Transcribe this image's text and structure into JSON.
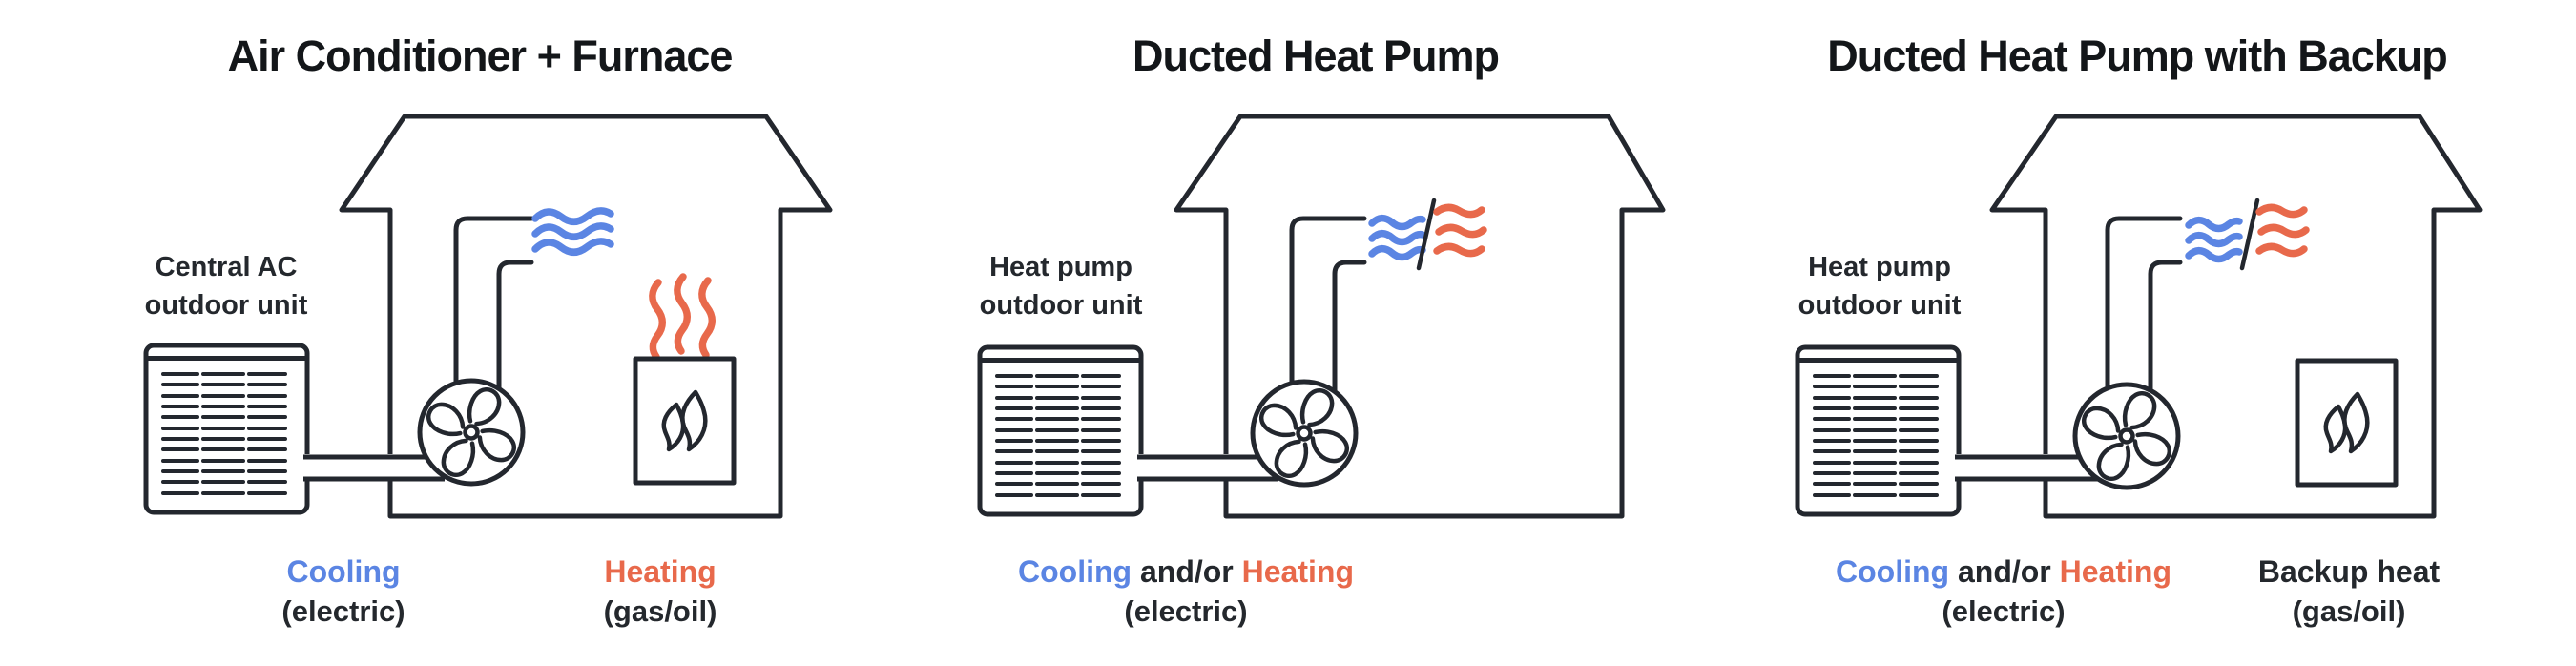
{
  "colors": {
    "cooling_blue": "#5B85E3",
    "heating_orange": "#E8694B",
    "line_dark": "#23272E",
    "title_text": "#131619",
    "label_text": "#24282D",
    "background": "#FFFFFF"
  },
  "panels": [
    {
      "title": "Air Conditioner + Furnace",
      "outdoor_unit_label": {
        "line1": "Central AC",
        "line2": "outdoor unit"
      },
      "captions": {
        "cooling": {
          "word": "Cooling",
          "sub": "(electric)"
        },
        "heating": {
          "word": "Heating",
          "sub": "(gas/oil)"
        }
      },
      "icons": [
        "house-icon",
        "outdoor-unit-icon",
        "fan-icon",
        "supply-duct-icon",
        "cool-air-waves-icon",
        "furnace-icon",
        "flame-icon",
        "heat-waves-icon"
      ]
    },
    {
      "title": "Ducted Heat Pump",
      "outdoor_unit_label": {
        "line1": "Heat pump",
        "line2": "outdoor unit"
      },
      "captions": {
        "combined": {
          "cool_word": "Cooling",
          "mid_word": "and/or",
          "heat_word": "Heating",
          "sub": "(electric)"
        }
      },
      "icons": [
        "house-icon",
        "outdoor-unit-icon",
        "fan-icon",
        "supply-duct-icon",
        "cool-air-waves-icon",
        "warm-air-waves-icon",
        "slash-divider-icon"
      ]
    },
    {
      "title": "Ducted Heat Pump with Backup",
      "outdoor_unit_label": {
        "line1": "Heat pump",
        "line2": "outdoor unit"
      },
      "captions": {
        "combined": {
          "cool_word": "Cooling",
          "mid_word": "and/or",
          "heat_word": "Heating",
          "sub": "(electric)"
        },
        "backup": {
          "word": "Backup heat",
          "sub": "(gas/oil)"
        }
      },
      "icons": [
        "house-icon",
        "outdoor-unit-icon",
        "fan-icon",
        "supply-duct-icon",
        "cool-air-waves-icon",
        "warm-air-waves-icon",
        "slash-divider-icon",
        "furnace-icon",
        "flame-icon"
      ]
    }
  ]
}
